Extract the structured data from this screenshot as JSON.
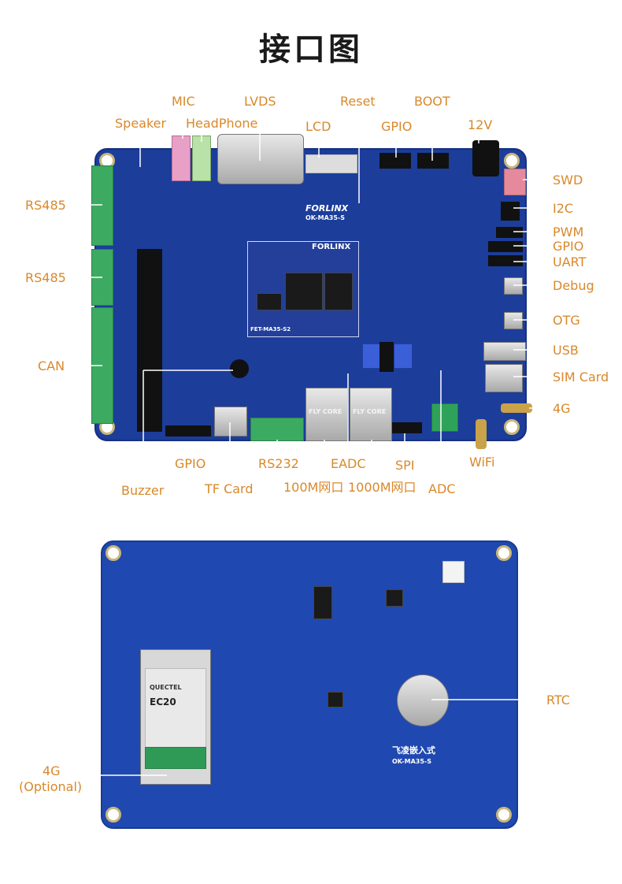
{
  "title": "接口图",
  "labels": {
    "mic": "MIC",
    "lvds": "LVDS",
    "reset": "Reset",
    "boot": "BOOT",
    "speaker": "Speaker",
    "headphone": "HeadPhone",
    "lcd": "LCD",
    "gpio_top": "GPIO",
    "v12": "12V",
    "swd": "SWD",
    "i2c": "I2C",
    "pwm": "PWM",
    "gpio_right": "GPIO",
    "uart": "UART",
    "debug": "Debug",
    "otg": "OTG",
    "usb": "USB",
    "sim": "SIM Card",
    "g4_top": "4G",
    "rs485_a": "RS485",
    "rs485_b": "RS485",
    "can": "CAN",
    "gpio_bottom": "GPIO",
    "buzzer": "Buzzer",
    "tf": "TF Card",
    "rs232": "RS232",
    "eth100": "100M网口",
    "eadc": "EADC",
    "eth1000": "1000M网口",
    "spi": "SPI",
    "adc": "ADC",
    "wifi": "WiFi",
    "rtc": "RTC",
    "g4_bottom": "4G",
    "g4_optional": "(Optional)"
  },
  "board_text": {
    "brand": "FORLINX",
    "model": "OK-MA35-S",
    "som_brand": "FORLINX",
    "som_model": "FET-MA35-S2",
    "rj45_a": "FLY CORE",
    "rj45_b": "FLY CORE",
    "module": "EC20",
    "module_brand": "QUECTEL",
    "bottom_brand": "飞凌嵌入式",
    "bottom_model": "OK-MA35-S"
  },
  "colors": {
    "label": "#d9882a",
    "board": "#1c3d9a",
    "terminal": "#3daa62"
  }
}
